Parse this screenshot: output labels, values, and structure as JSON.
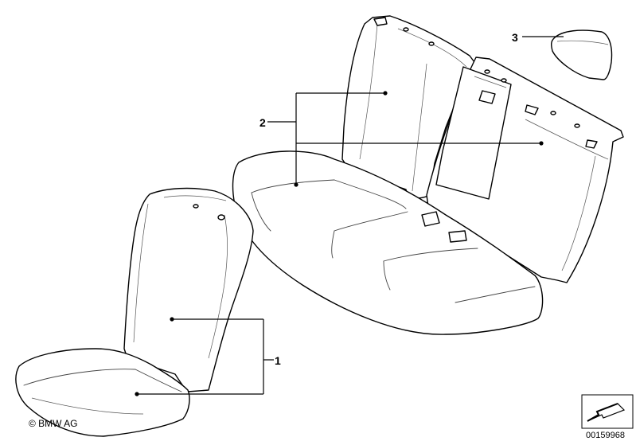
{
  "callouts": {
    "part1": "1",
    "part2": "2",
    "part3": "3"
  },
  "footer": {
    "copyright": "© BMW AG",
    "document_number": "00159968"
  },
  "icons": {
    "navigation": "arrow-icon"
  }
}
